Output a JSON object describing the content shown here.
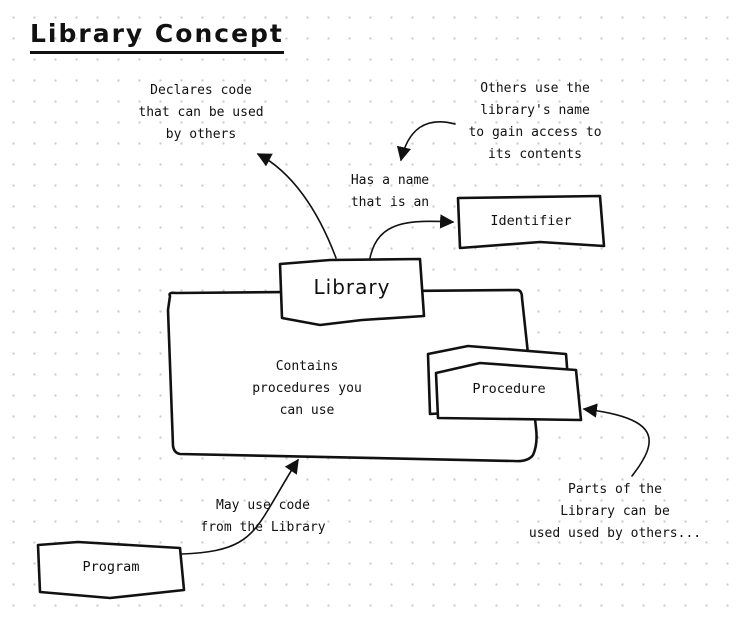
{
  "title": "Library Concept",
  "nodes": {
    "library": "Library",
    "identifier": "Identifier",
    "procedure": "Procedure",
    "program": "Program"
  },
  "annotations": {
    "declares": [
      "Declares code",
      "that can be used",
      "by others"
    ],
    "others_use": [
      "Others use the",
      "library's name",
      "to gain access to",
      "its contents"
    ],
    "has_name": [
      "Has a name",
      "that is an"
    ],
    "contains": [
      "Contains",
      "procedures you",
      "can use"
    ],
    "may_use": [
      "May use code",
      "from the Library"
    ],
    "parts": [
      "Parts of the",
      "Library can be",
      "used used by others..."
    ]
  }
}
